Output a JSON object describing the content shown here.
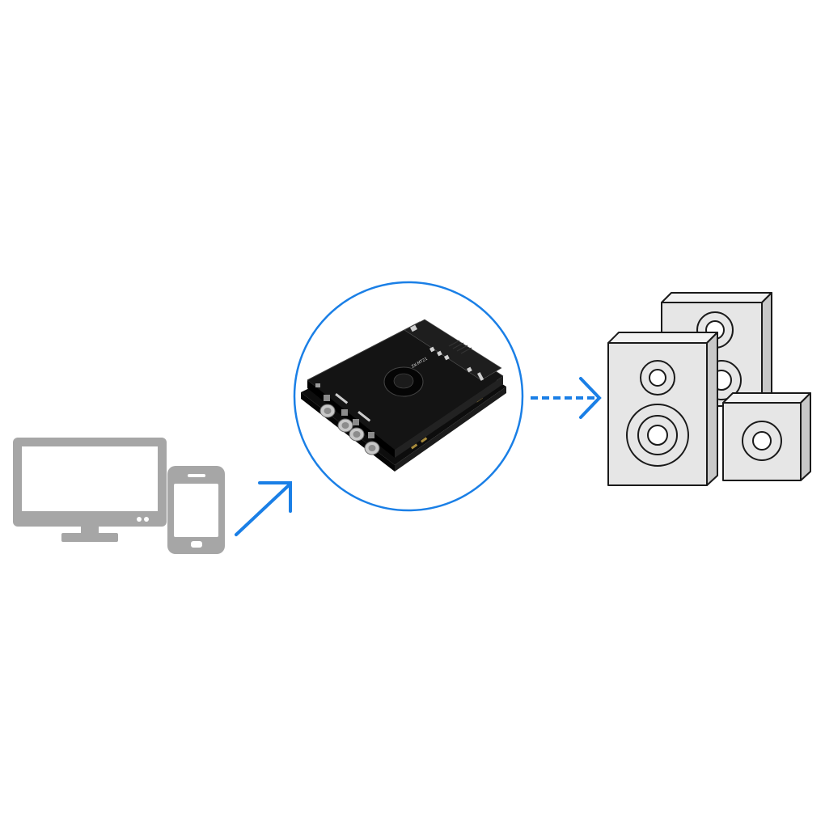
{
  "diagram": {
    "type": "signal-flow",
    "colors": {
      "device_gray": "#a6a6a6",
      "arrow_blue": "#1a7fe6",
      "circle_blue": "#1a7fe6",
      "board_black": "#141414",
      "speaker_fill": "#e6e6e6",
      "speaker_stroke": "#1a1a1a"
    },
    "nodes": [
      {
        "id": "source",
        "icons": [
          "monitor-icon",
          "smartphone-icon"
        ]
      },
      {
        "id": "amplifier",
        "icons": [
          "amplifier-board-icon"
        ],
        "board_label": "ZK-MT21"
      },
      {
        "id": "output",
        "icons": [
          "speaker-set-icon"
        ]
      }
    ],
    "edges": [
      {
        "from": "source",
        "to": "amplifier",
        "style": "solid-arrow"
      },
      {
        "from": "amplifier",
        "to": "output",
        "style": "dashed-arrow"
      }
    ]
  }
}
